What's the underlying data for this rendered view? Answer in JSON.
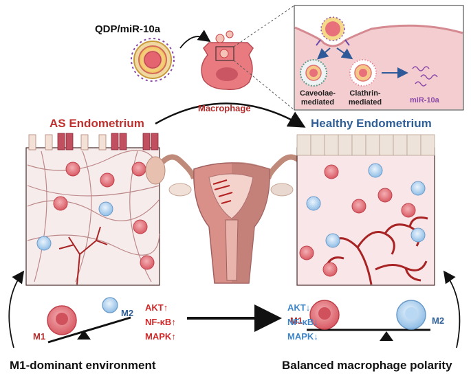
{
  "labels": {
    "qdp": "QDP/miR-10a",
    "macrophage": "Macrophage",
    "as_endometrium": "AS Endometrium",
    "healthy_endometrium": "Healthy Endometrium",
    "caveolae": "Caveolae-mediated",
    "clathrin": "Clathrin-mediated",
    "mir10a": "miR-10a",
    "m1_left": "M1",
    "m2_left": "M2",
    "m1_right": "M1",
    "m2_right": "M2",
    "m1_dominant": "M1-dominant environment",
    "balanced": "Balanced macrophage polarity"
  },
  "signaling_up": [
    "AKT↑",
    "NF-κB↑",
    "MAPK↑"
  ],
  "signaling_down": [
    "AKT↓",
    "NF-κB↓",
    "MAPK↓"
  ],
  "colors": {
    "m1_cell": "#e0606a",
    "m2_cell": "#9cc8ec",
    "vessel": "#a82424",
    "as_tissue": "#f6ecec",
    "healthy_tissue": "#f8e6e8",
    "inset_bg": "#f4cdd0",
    "red_text": "#c0302e",
    "blue_text": "#2f5f96"
  }
}
